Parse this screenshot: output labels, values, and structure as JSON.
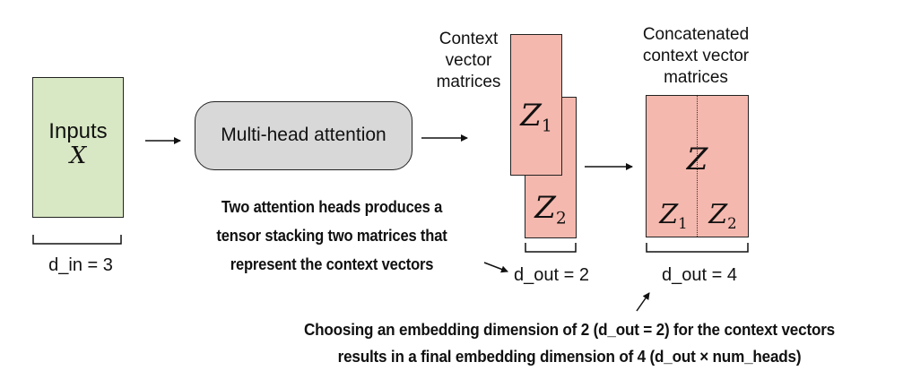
{
  "inputs": {
    "label": "Inputs",
    "symbol": "X",
    "dim_label": "d_in = 3"
  },
  "attention": {
    "label": "Multi-head attention"
  },
  "context_matrices": {
    "label_lines": [
      "Context",
      "vector",
      "matrices"
    ],
    "z1": {
      "symbol": "Z",
      "subscript": "1"
    },
    "z2": {
      "symbol": "Z",
      "subscript": "2"
    },
    "dim_label": "d_out = 2"
  },
  "concatenated": {
    "label_lines": [
      "Concatenated",
      "context vector",
      "matrices"
    ],
    "z": {
      "symbol": "Z"
    },
    "z1": {
      "symbol": "Z",
      "subscript": "1"
    },
    "z2": {
      "symbol": "Z",
      "subscript": "2"
    },
    "dim_label": "d_out = 4"
  },
  "notes": {
    "heads_lines": [
      "Two attention heads produces a",
      "tensor stacking two matrices that",
      "represent the context vectors"
    ],
    "embedding_lines": [
      "Choosing an embedding dimension of 2 (d_out = 2) for the context vectors",
      "results in a final embedding dimension of 4 (d_out × num_heads)"
    ]
  },
  "colors": {
    "inputs_fill": "#d9e8c4",
    "matrix_fill": "#f5b8ae",
    "attention_fill": "#d8d8d8",
    "stroke": "#222222"
  }
}
